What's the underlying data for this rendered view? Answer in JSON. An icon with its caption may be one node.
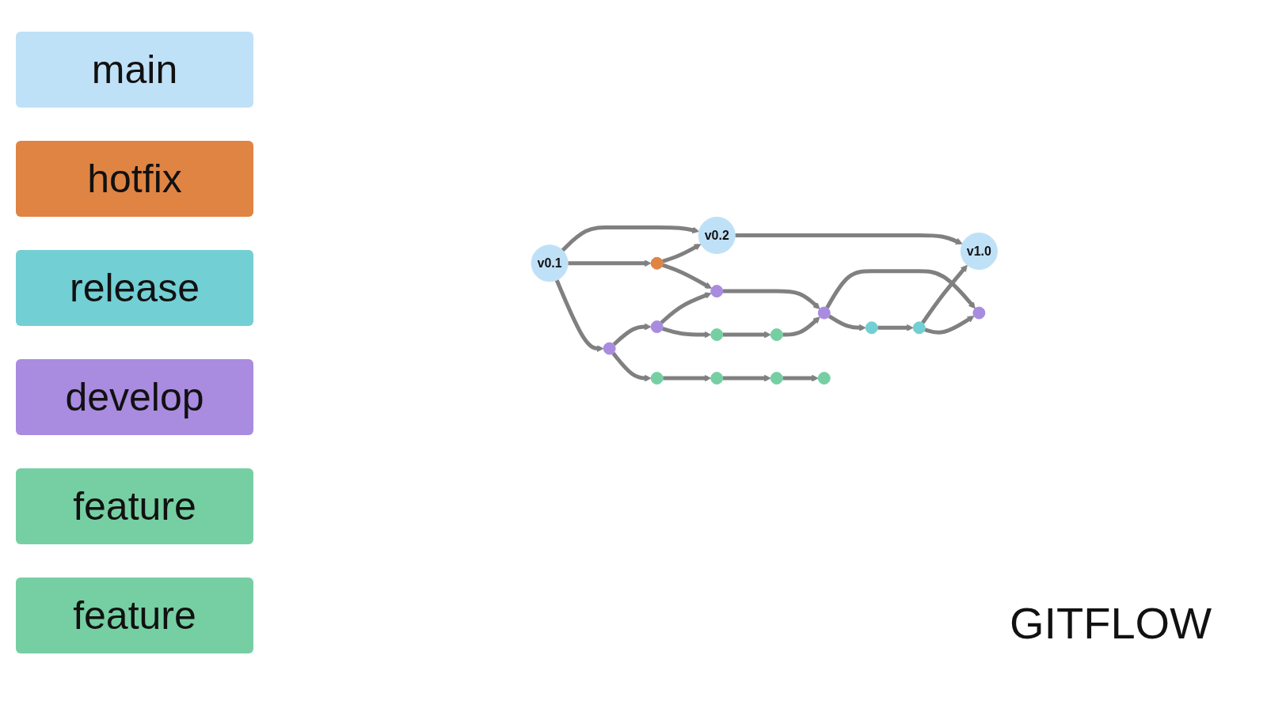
{
  "diagram": {
    "nodes": [
      {
        "text": [
          "v0.1"
        ]
      },
      {
        "text": [
          "v0.2"
        ]
      },
      {
        "text": [
          "v1.0"
        ]
      },
      {
        "text": [],
        "shape": "circle"
      },
      {
        "text": [],
        "shape": "circle"
      },
      {
        "text": [],
        "shape": "circle"
      },
      {
        "text": [],
        "shape": "circle"
      },
      {
        "text": [],
        "shape": "circle"
      },
      {
        "text": [],
        "shape": "circle"
      },
      {
        "text": [],
        "shape": "circle"
      },
      {
        "text": [],
        "shape": "circle"
      },
      {
        "text": [],
        "shape": "circle"
      },
      {
        "text": [],
        "shape": "circle"
      },
      {
        "text": [],
        "shape": "circle"
      },
      {
        "text": [],
        "shape": "circle"
      },
      {
        "text": [],
        "shape": "circle"
      },
      {
        "text": [],
        "shape": "circle"
      }
    ],
    "edges": [
      {
        "from": 0,
        "to": 1,
        "arrow": "to"
      },
      {
        "from": 1,
        "to": 2,
        "arrow": "to"
      },
      {
        "from": 0,
        "to": 3,
        "arrow": "to"
      },
      {
        "from": 3,
        "to": 1,
        "arrow": "to"
      },
      {
        "from": 0,
        "to": 6,
        "arrow": "to"
      },
      {
        "from": 3,
        "to": 8,
        "arrow": "to"
      },
      {
        "from": 6,
        "to": 7,
        "arrow": "to"
      },
      {
        "from": 7,
        "to": 8,
        "arrow": "to"
      },
      {
        "from": 8,
        "to": 9,
        "arrow": "to"
      },
      {
        "from": 9,
        "to": 10,
        "arrow": "to"
      },
      {
        "from": 7,
        "to": 11,
        "arrow": "to"
      },
      {
        "from": 11,
        "to": 12,
        "arrow": "to"
      },
      {
        "from": 12,
        "to": 9,
        "arrow": "to"
      },
      {
        "from": 9,
        "to": 4,
        "arrow": "to"
      },
      {
        "from": 4,
        "to": 5,
        "arrow": "to"
      },
      {
        "from": 5,
        "to": 2,
        "arrow": "to"
      },
      {
        "from": 5,
        "to": 10,
        "arrow": "to"
      },
      {
        "from": 6,
        "to": 13,
        "arrow": "to"
      },
      {
        "from": 13,
        "to": 14,
        "arrow": "to"
      },
      {
        "from": 14,
        "to": 15,
        "arrow": "to"
      },
      {
        "from": 15,
        "to": 16,
        "arrow": "to"
      }
    ],
    "labels": [
      "GITFLOW"
    ],
    "legend": [
      {
        "text": "main",
        "color": "#bfe1f7"
      },
      {
        "text": "hotfix",
        "color": "#e08443"
      },
      {
        "text": "release",
        "color": "#72cfd4"
      },
      {
        "text": "develop",
        "color": "#a98be0"
      },
      {
        "text": "feature",
        "color": "#76cfa3"
      },
      {
        "text": "feature",
        "color": "#76cfa3"
      }
    ]
  }
}
